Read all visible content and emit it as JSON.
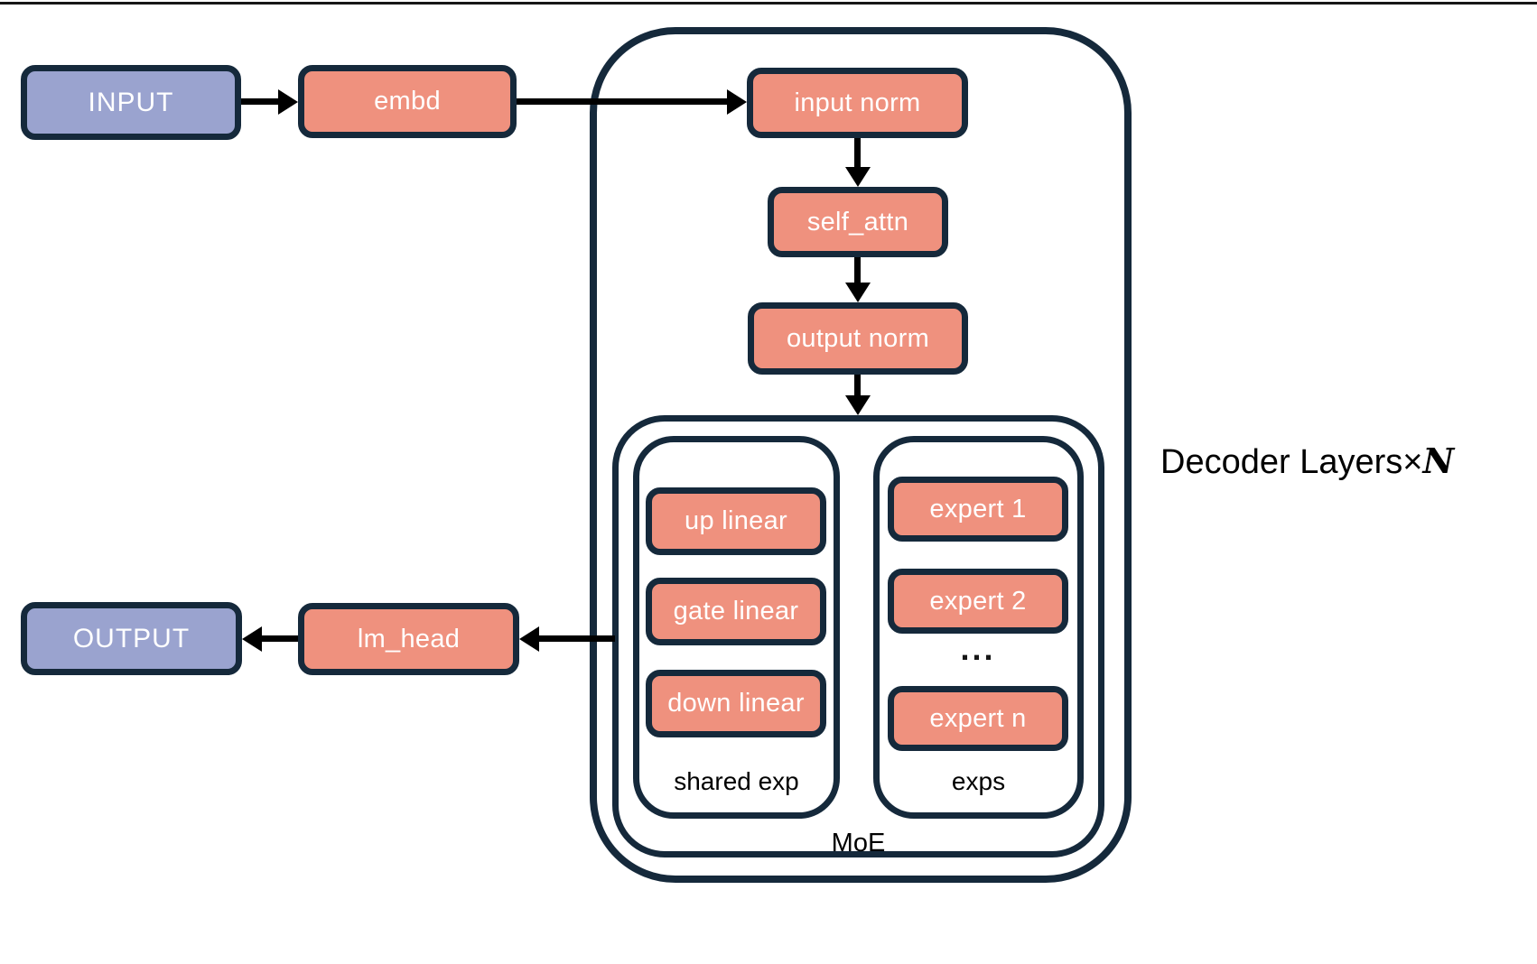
{
  "diagram": {
    "nodes": {
      "input": "INPUT",
      "embd": "embd",
      "input_norm": "input norm",
      "self_attn": "self_attn",
      "output_norm": "output norm",
      "up_linear": "up linear",
      "gate_linear": "gate linear",
      "down_linear": "down linear",
      "expert_1": "expert 1",
      "expert_2": "expert 2",
      "expert_n": "expert n",
      "lm_head": "lm_head",
      "output": "OUTPUT"
    },
    "labels": {
      "shared_exp": "shared exp",
      "exps": "exps",
      "moe": "MoE",
      "dots": "...",
      "decoder_layers": "Decoder Layers",
      "times": "×",
      "n": "N"
    },
    "colors": {
      "io_fill": "#9aa3cf",
      "block_fill": "#ef917e",
      "border": "#15293b",
      "arrow": "#000000",
      "box_text": "#ffffff",
      "label_text": "#000000"
    }
  }
}
